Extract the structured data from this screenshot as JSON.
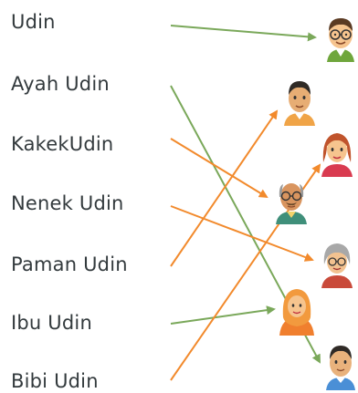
{
  "colors": {
    "green_arrow": "#7aa85a",
    "orange_arrow": "#f28a2c",
    "text": "#333a3d"
  },
  "names": [
    "Udin",
    "Ayah Udin",
    "KakekUdin",
    "Nenek Udin",
    "Paman Udin",
    "Ibu Udin",
    "Bibi Udin"
  ],
  "pictures": [
    {
      "id": "boy-with-glasses",
      "icon": "boy-glasses-icon"
    },
    {
      "id": "young-man",
      "icon": "young-man-icon"
    },
    {
      "id": "young-woman",
      "icon": "young-woman-icon"
    },
    {
      "id": "old-man",
      "icon": "grandfather-icon"
    },
    {
      "id": "old-woman",
      "icon": "grandmother-icon"
    },
    {
      "id": "hijab-woman",
      "icon": "hijab-woman-icon"
    },
    {
      "id": "boy",
      "icon": "boy-icon"
    }
  ],
  "connections": [
    {
      "from": "Udin",
      "to": "boy-with-glasses",
      "color": "green"
    },
    {
      "from": "Ayah Udin",
      "to": "boy",
      "color": "green"
    },
    {
      "from": "KakekUdin",
      "to": "old-man",
      "color": "orange"
    },
    {
      "from": "Nenek Udin",
      "to": "old-woman",
      "color": "orange"
    },
    {
      "from": "Paman Udin",
      "to": "young-man",
      "color": "orange"
    },
    {
      "from": "Ibu Udin",
      "to": "hijab-woman",
      "color": "green"
    },
    {
      "from": "Bibi Udin",
      "to": "young-woman",
      "color": "orange"
    }
  ]
}
